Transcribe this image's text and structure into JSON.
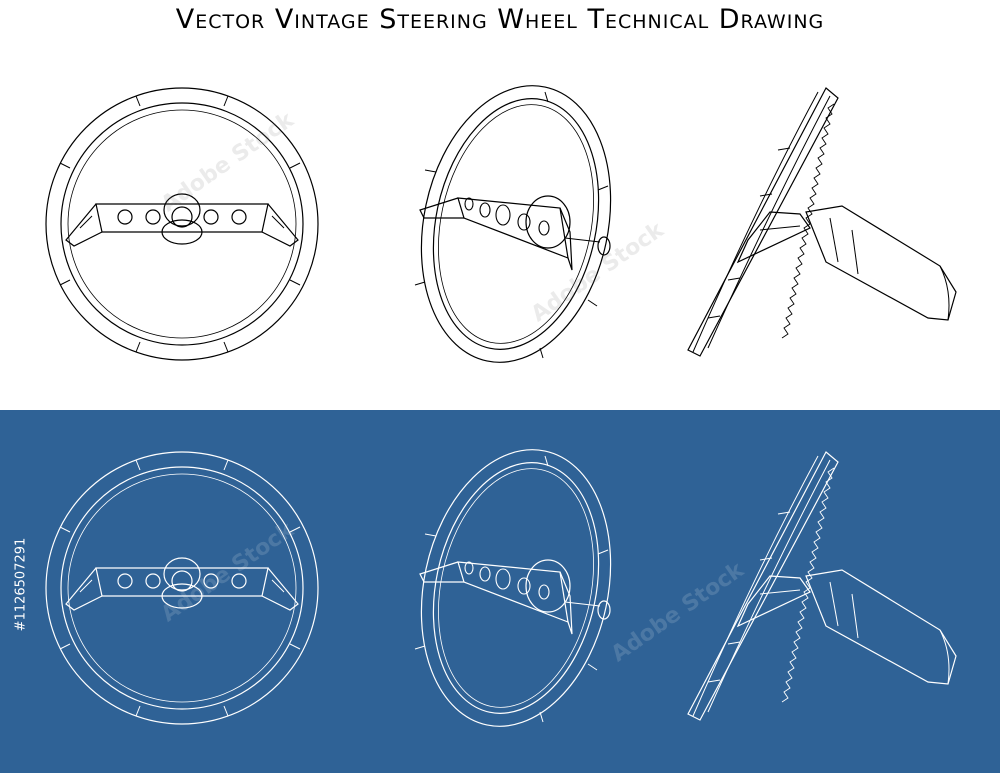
{
  "title": "Vector Vintage Steering Wheel Technical Drawing",
  "stock_id": "#1126507291",
  "watermark": "Adobe Stock",
  "colors": {
    "blueprint": "#2f6296",
    "line_dark": "#000000",
    "line_light": "#ffffff"
  },
  "views": [
    "front",
    "three-quarter",
    "side"
  ]
}
